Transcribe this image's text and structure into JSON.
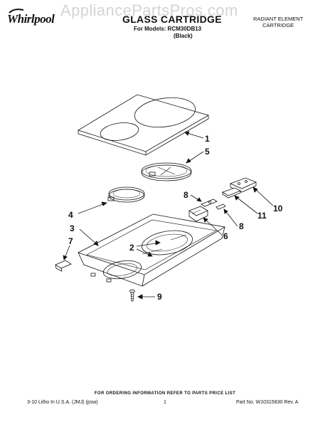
{
  "watermark": "AppliancePartsPros.com",
  "brand": {
    "name": "Whirlpool"
  },
  "header": {
    "title": "GLASS CARTRIDGE",
    "models": "For Models: RCM30DB13",
    "color": "(Black)",
    "part_type_line1": "RADIANT ELEMENT",
    "part_type_line2": "CARTRIDGE"
  },
  "callouts": [
    "1",
    "5",
    "8",
    "10",
    "4",
    "11",
    "3",
    "8",
    "6",
    "2",
    "7",
    "9"
  ],
  "footer": {
    "ordering_note": "FOR ORDERING INFORMATION REFER TO PARTS PRICE LIST",
    "litho": "3-10 Litho In U.S.A. (JMJ) (psw)",
    "page": "1",
    "part_no": "Part No. W10315830 Rev. A"
  }
}
